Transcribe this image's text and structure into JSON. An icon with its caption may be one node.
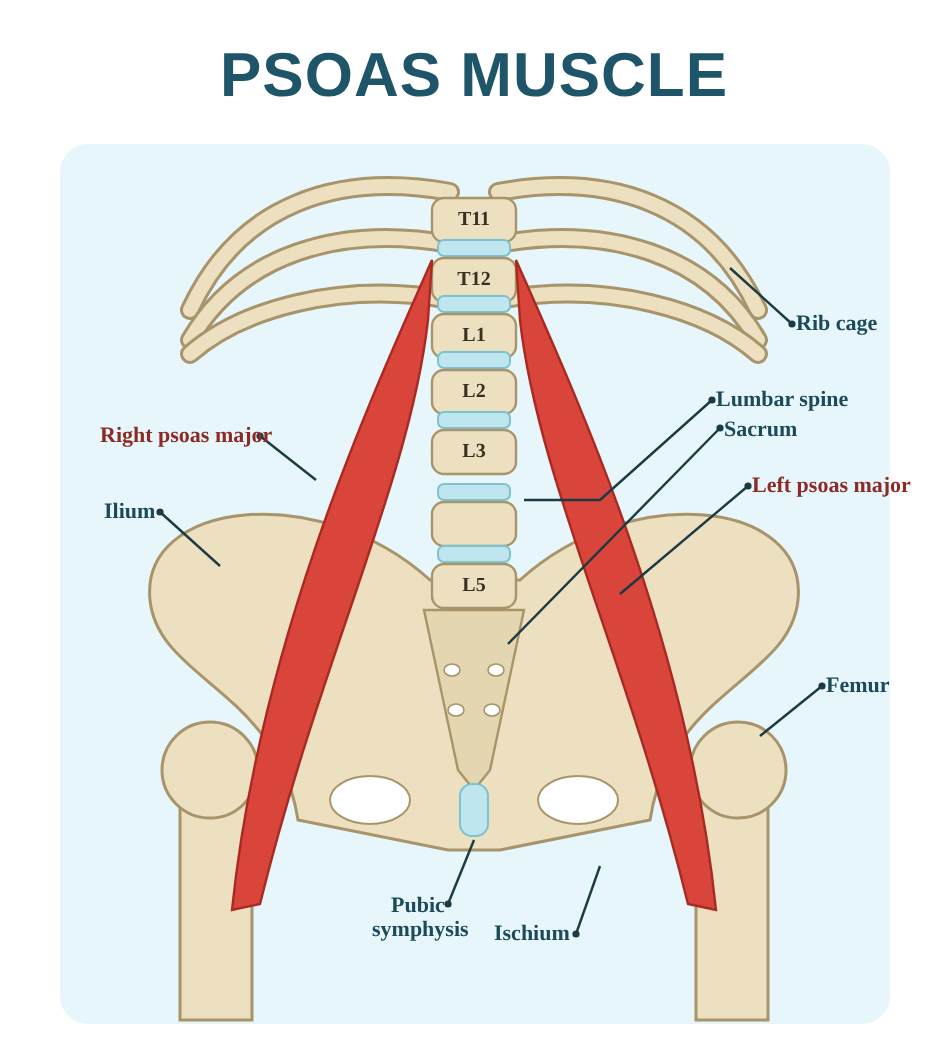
{
  "diagram": {
    "title": "PSOAS MUSCLE",
    "nodes": [
      {
        "text": [
          "Rib cage"
        ]
      },
      {
        "text": [
          "Lumbar spine"
        ]
      },
      {
        "text": [
          "Right psoas major"
        ]
      },
      {
        "text": [
          "Sacrum"
        ]
      },
      {
        "text": [
          "Left psoas major"
        ]
      },
      {
        "text": [
          "Ilium"
        ]
      },
      {
        "text": [
          "Femur"
        ]
      },
      {
        "text": [
          "Pubic symphysis"
        ]
      },
      {
        "text": [
          "Ischium"
        ]
      }
    ],
    "edges": [
      {
        "from": 0,
        "to": null,
        "arrow": "other"
      },
      {
        "from": 1,
        "to": null,
        "arrow": "other"
      },
      {
        "from": 2,
        "to": null,
        "arrow": "other"
      },
      {
        "from": 3,
        "to": null,
        "arrow": "other"
      },
      {
        "from": 4,
        "to": null,
        "arrow": "other"
      },
      {
        "from": 5,
        "to": null,
        "arrow": "other"
      },
      {
        "from": 6,
        "to": null,
        "arrow": "other"
      },
      {
        "from": 7,
        "to": null,
        "arrow": "other"
      },
      {
        "from": 8,
        "to": null,
        "arrow": "other"
      }
    ],
    "labels": [
      "T11",
      "T12",
      "L1",
      "L2",
      "L3",
      "L5"
    ]
  }
}
